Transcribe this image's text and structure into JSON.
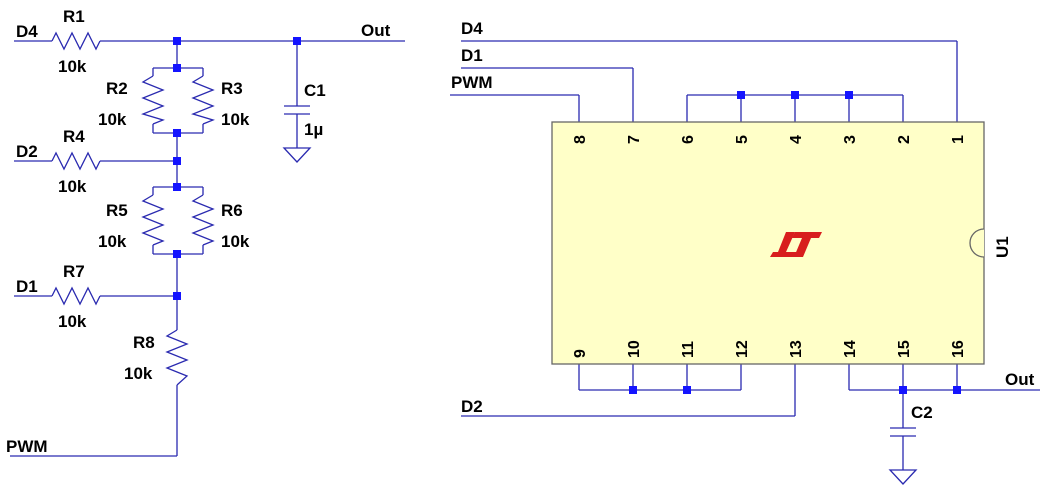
{
  "nets": {
    "d4": "D4",
    "d1": "D1",
    "d2": "D2",
    "pwm": "PWM",
    "out": "Out"
  },
  "components": {
    "r1": {
      "ref": "R1",
      "value": "10k"
    },
    "r2": {
      "ref": "R2",
      "value": "10k"
    },
    "r3": {
      "ref": "R3",
      "value": "10k"
    },
    "r4": {
      "ref": "R4",
      "value": "10k"
    },
    "r5": {
      "ref": "R5",
      "value": "10k"
    },
    "r6": {
      "ref": "R6",
      "value": "10k"
    },
    "r7": {
      "ref": "R7",
      "value": "10k"
    },
    "r8": {
      "ref": "R8",
      "value": "10k"
    },
    "c1": {
      "ref": "C1",
      "value": "1µ"
    },
    "c2": {
      "ref": "C2"
    },
    "u1": {
      "ref": "U1"
    }
  },
  "ic": {
    "top_pins": [
      "8",
      "7",
      "6",
      "5",
      "4",
      "3",
      "2",
      "1"
    ],
    "bottom_pins": [
      "9",
      "10",
      "11",
      "12",
      "13",
      "14",
      "15",
      "16"
    ],
    "body_color": "#ffffc8",
    "logo_color": "#d81e1e"
  },
  "colors": {
    "wire": "#2a2ab0",
    "junction": "#1414ff"
  }
}
